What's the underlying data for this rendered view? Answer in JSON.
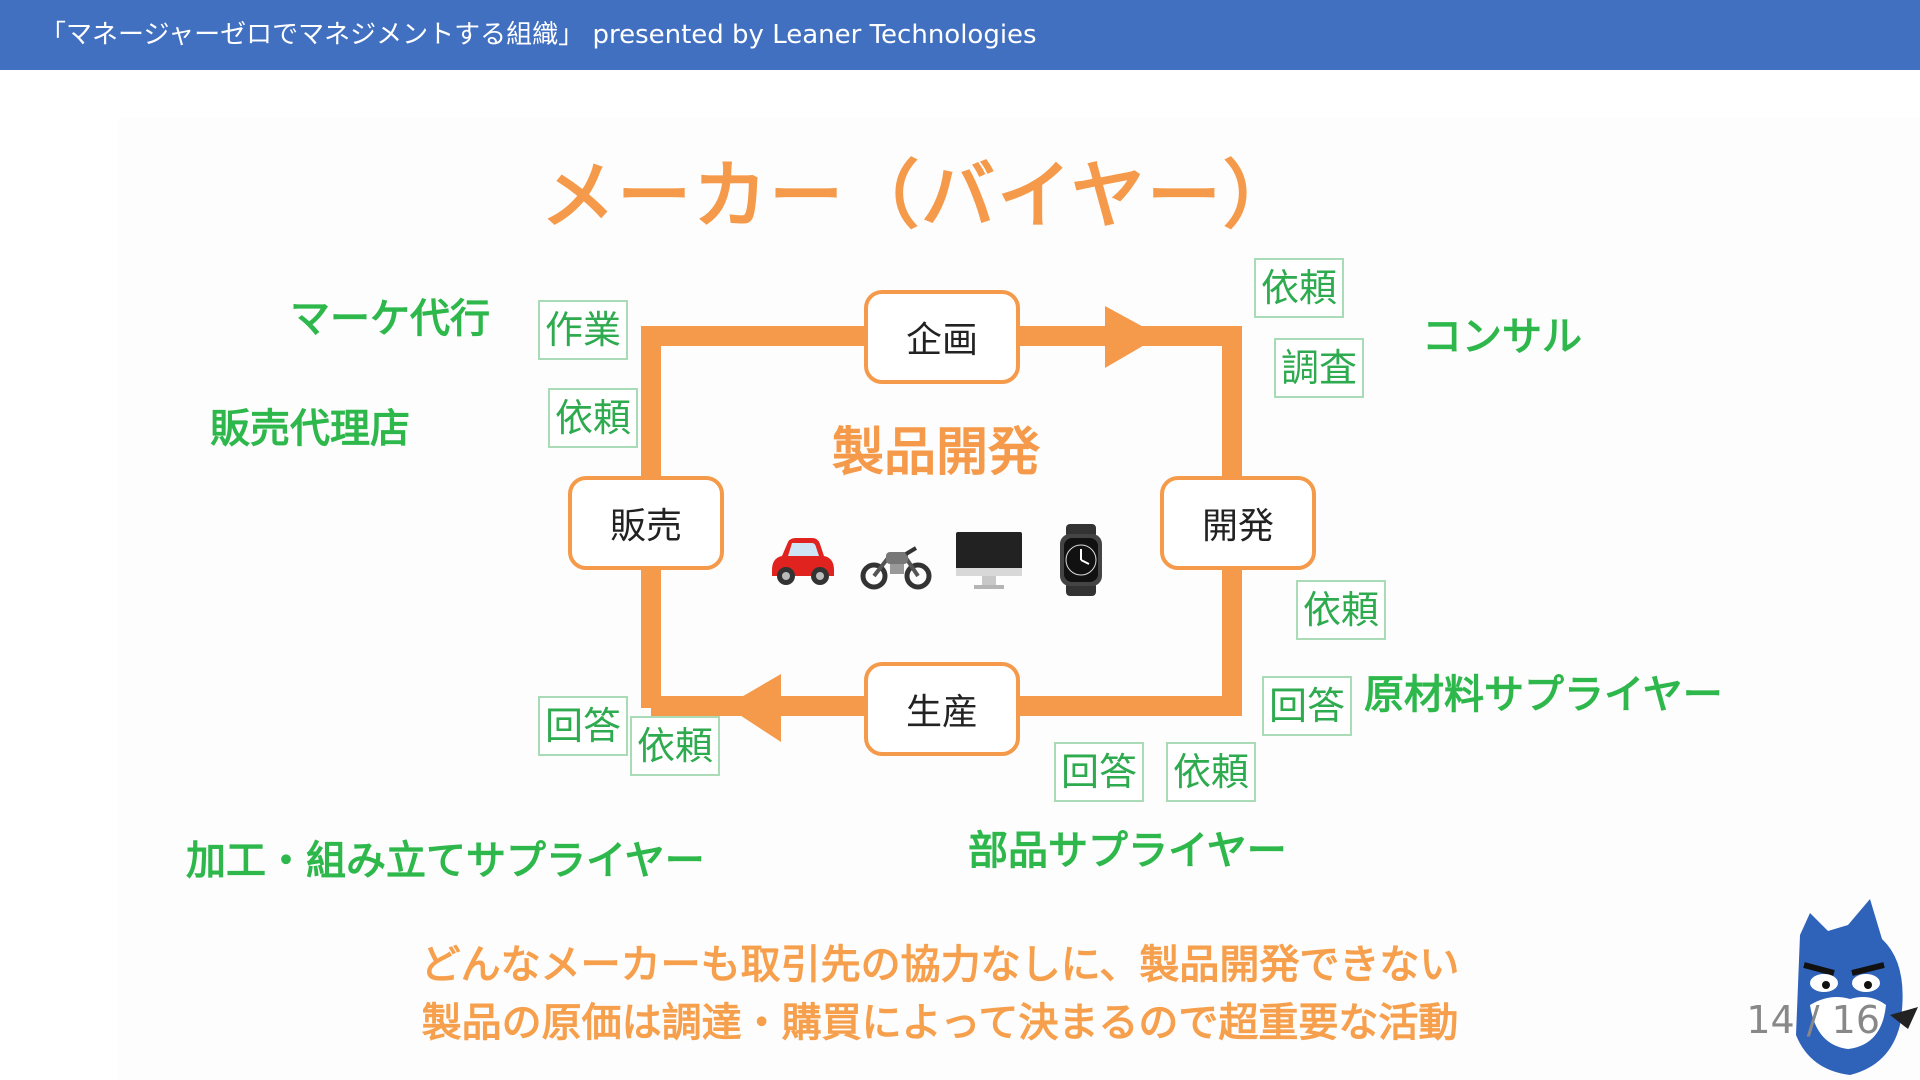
{
  "header": {
    "text": "「マネージャーゼロでマネジメントする組織」 presented by Leaner Technologies"
  },
  "slide": {
    "title": "メーカー（バイヤー）",
    "center_label": "製品開発",
    "nodes": {
      "planning": "企画",
      "development": "開発",
      "production": "生産",
      "sales": "販売"
    },
    "products": [
      "car-icon",
      "motorcycle-icon",
      "monitor-icon",
      "watch-icon"
    ],
    "tags": {
      "work": "作業",
      "request_left": "依頼",
      "request_top_right": "依頼",
      "survey": "調査",
      "request_right": "依頼",
      "answer_right": "回答",
      "answer_bottom": "回答",
      "request_bottom": "依頼",
      "answer_left": "回答",
      "request_bottom_left": "依頼"
    },
    "partners": {
      "marketing_agency": "マーケ代行",
      "sales_agency": "販売代理店",
      "consultant": "コンサル",
      "raw_material_supplier": "原材料サプライヤー",
      "parts_supplier": "部品サプライヤー",
      "processing_supplier": "加工・組み立てサプライヤー"
    },
    "footer": [
      "どんなメーカーも取引先の協力なしに、製品開発できない",
      "製品の原価は調達・購買によって決まるので超重要な活動"
    ],
    "page_number": "14 / 16"
  },
  "colors": {
    "header_bg": "#4270c1",
    "accent_orange": "#f59a4a",
    "partner_green": "#2eb84c",
    "tag_border": "#a9dcb6"
  }
}
